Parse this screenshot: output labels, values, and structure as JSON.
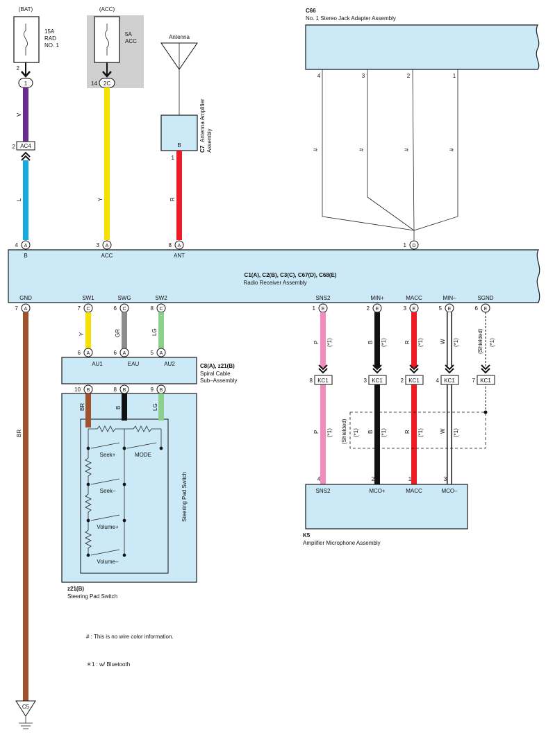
{
  "colors": {
    "violet": "#6a2c8f",
    "blue": "#19a9e1",
    "yellow": "#f7e100",
    "red": "#ed1c24",
    "brown": "#a0522d",
    "gray": "#8c8c8c",
    "lightgreen": "#8dd08e",
    "pink": "#f38cbd",
    "black": "#111111",
    "white": "#ffffff",
    "box": "#cce9f7"
  },
  "fuses": {
    "bat": {
      "source": "(BAT)",
      "line1": "15A",
      "line2": "RAD",
      "line3": "NO. 1",
      "pin": "2",
      "terminal": "1"
    },
    "acc": {
      "source": "(ACC)",
      "line1": "5A",
      "line2": "ACC",
      "pin": "14",
      "terminal": "2C"
    }
  },
  "antenna": {
    "label": "Antenna"
  },
  "c7": {
    "code": "C7",
    "name1": "Antenna Amplifier",
    "name2": "Assembly",
    "pin_label": "B",
    "pin": "1"
  },
  "ac4": {
    "pin": "2",
    "label": "AC4"
  },
  "c66": {
    "code": "C66",
    "name": "No. 1 Stereo Jack Adapter Assembly",
    "pins": [
      "4",
      "3",
      "2",
      "1"
    ],
    "wire_marks": [
      "#",
      "#",
      "#",
      "#"
    ]
  },
  "radio": {
    "title": "C1(A), C2(B), C3(C), C67(D), C68(E)",
    "name": "Radio Receiver Assembly",
    "top_pins": [
      {
        "num": "4",
        "conn": "A",
        "label": "B"
      },
      {
        "num": "3",
        "conn": "A",
        "label": "ACC"
      },
      {
        "num": "8",
        "conn": "A",
        "label": "ANT"
      },
      {
        "num": "1",
        "conn": "D",
        "label": ""
      }
    ],
    "bottom_pins": [
      {
        "num": "7",
        "conn": "A",
        "label": "GND"
      },
      {
        "num": "7",
        "conn": "C",
        "label": "SW1"
      },
      {
        "num": "6",
        "conn": "C",
        "label": "SWG"
      },
      {
        "num": "8",
        "conn": "C",
        "label": "SW2"
      },
      {
        "num": "1",
        "conn": "E",
        "label": "SNS2"
      },
      {
        "num": "2",
        "conn": "E",
        "label": "MIN+"
      },
      {
        "num": "3",
        "conn": "E",
        "label": "MACC"
      },
      {
        "num": "5",
        "conn": "E",
        "label": "MIN–"
      },
      {
        "num": "6",
        "conn": "E",
        "label": "SGND"
      }
    ]
  },
  "wire_codes": {
    "v": "V",
    "l": "L",
    "y_acc": "Y",
    "r_ant": "R",
    "br": "BR",
    "y_sw1": "Y",
    "gr": "GR",
    "lg": "LG",
    "p": "P",
    "b": "B",
    "r": "R",
    "w": "W",
    "br2": "BR",
    "b2": "B",
    "lg2": "LG"
  },
  "bt_mark": "(*1)",
  "shielded": "(Shielded)",
  "c8": {
    "title": "C8(A), z21(B)",
    "name1": "Spiral Cable",
    "name2": "Sub–Assembly",
    "top_pins": [
      "6",
      "6",
      "5"
    ],
    "conn": "A",
    "labels": [
      "AU1",
      "EAU",
      "AU2"
    ],
    "bottom_pins": [
      "10",
      "8",
      "9"
    ],
    "bottom_conn": "B"
  },
  "switch": {
    "side_label": "Steering Pad Switch",
    "buttons": [
      "Seek+",
      "MODE",
      "Seek–",
      "Volume+",
      "Volume–"
    ],
    "code": "z21(B)",
    "name": "Steering Pad Switch"
  },
  "kc1": {
    "label": "KC1",
    "pins": [
      "8",
      "3",
      "2",
      "4",
      "7"
    ]
  },
  "k5": {
    "code": "K5",
    "name": "Amplifier Microphone Assembly",
    "pins": [
      "4",
      "2",
      "1",
      "3"
    ],
    "labels": [
      "SNS2",
      "MCO+",
      "MACC",
      "MCO–"
    ]
  },
  "ground": {
    "label": "C5"
  },
  "notes": {
    "hash": "# : This is no wire color information.",
    "bt": "＊1 : w/ Bluetooth"
  }
}
